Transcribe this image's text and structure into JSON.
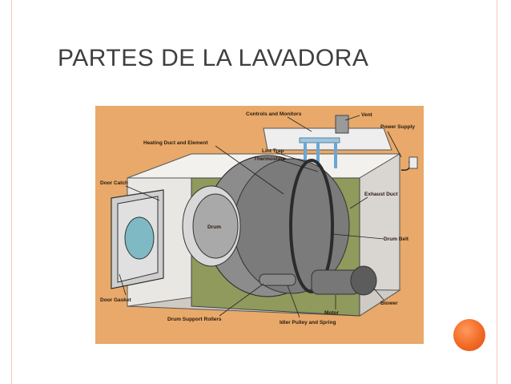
{
  "slide": {
    "title": "PARTES DE LA LAVADORA"
  },
  "diagram": {
    "labels": {
      "controls": "Controls and Monitors",
      "vent": "Vent",
      "power": "Power Supply",
      "heating": "Heating Duct and Element",
      "lint": "Lint Trap",
      "thermostats": "Thermostats",
      "door_catch": "Door Catch",
      "exhaust": "Exhaust Duct",
      "drum": "Drum",
      "drum_belt": "Drum Belt",
      "door_gasket": "Door Gasket",
      "blower": "Blower",
      "motor": "Motor",
      "drum_support": "Drum Support Rollers",
      "idler": "Idler Pulley and Spring"
    }
  },
  "colors": {
    "accent": "#f26a26",
    "frame": "#f2c9b6",
    "diagram_bg": "#e8a96a"
  }
}
